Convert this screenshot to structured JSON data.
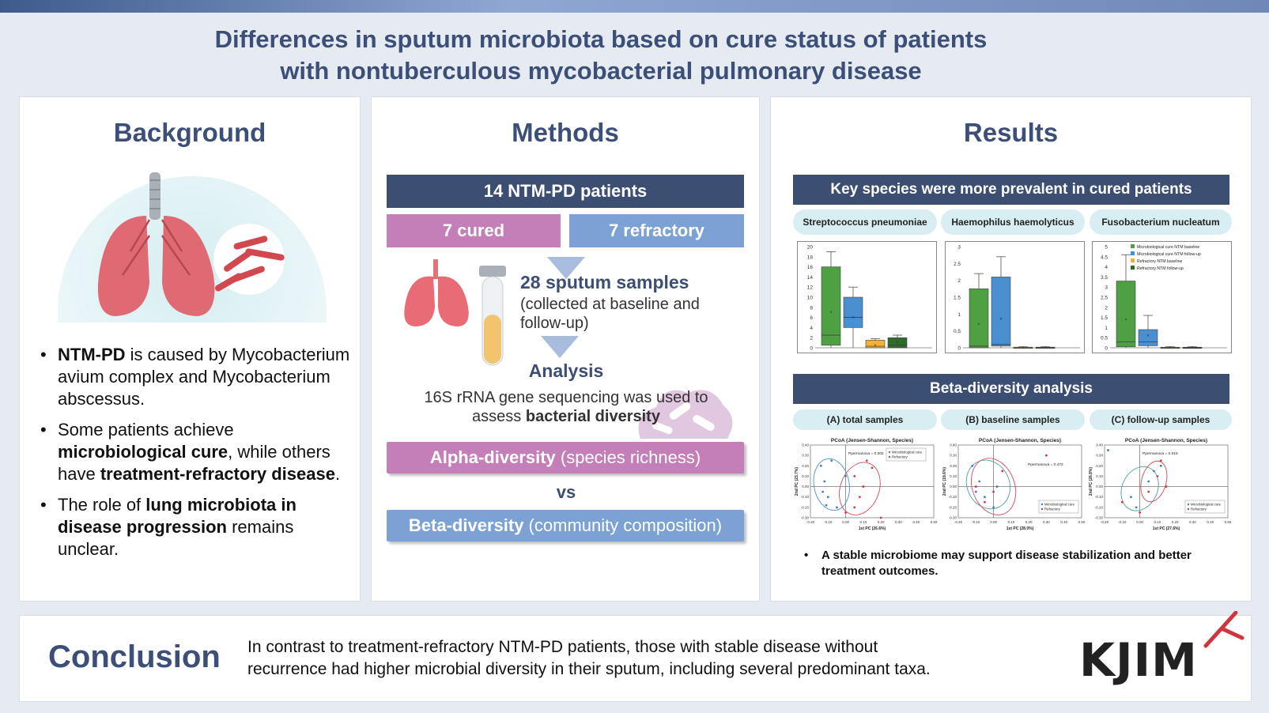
{
  "title": {
    "line1": "Differences in sputum microbiota based on cure status of patients",
    "line2": "with nontuberculous mycobacterial pulmonary disease"
  },
  "background": {
    "heading": "Background",
    "b1_bold": "NTM-PD",
    "b1_text": " is caused by Mycobacterium avium complex and Mycobacterium abscessus.",
    "b2_pre": "Some patients achieve ",
    "b2_bold1": "microbiological cure",
    "b2_mid": ", while others have ",
    "b2_bold2": "treatment-refractory disease",
    "b2_end": ".",
    "b3_pre": "The role of ",
    "b3_bold": "lung microbiota in disease progression",
    "b3_end": " remains unclear."
  },
  "methods": {
    "heading": "Methods",
    "patients": "14 NTM-PD patients",
    "cured": "7 cured",
    "refractory": "7 refractory",
    "samples_title": "28 sputum samples",
    "samples_sub": "(collected at baseline and follow-up)",
    "analysis_title": "Analysis",
    "analysis_text1": "16S rRNA gene sequencing was used to",
    "analysis_text2_pre": "assess ",
    "analysis_text2_bold": "bacterial diversity",
    "alpha_bold": "Alpha-diversity",
    "alpha_rest": " (species richness)",
    "vs": "vs",
    "beta_bold": "Beta-diversity",
    "beta_rest": " (community composition)"
  },
  "results": {
    "heading": "Results",
    "key_header": "Key species were more prevalent in cured patients",
    "species": [
      "Streptococcus pneumoniae",
      "Haemophilus haemolyticus",
      "Fusobacterium nucleatum"
    ],
    "beta_header": "Beta-diversity analysis",
    "beta_tags": [
      "(A) total samples",
      "(B) baseline samples",
      "(C) follow-up samples"
    ],
    "pcoa_title": "PCoA (Jensen-Shannon, Species)",
    "pcoa_xlabels": [
      "1st PC (26.6%)",
      "1st PC (28.0%)",
      "1st PC (27.6%)"
    ],
    "pcoa_ylabels": [
      "2nd PC (23.7%)",
      "2nd PC (19.6%)",
      "2nd PC (26.8%)"
    ],
    "pcoa_pvalues": [
      "Ppermanova = 0.002",
      "Ppermanova = 0.472",
      "Ppermanova = 0.015"
    ],
    "pcoa_legend": [
      "Microbiological cure",
      "Refractory"
    ],
    "note": "A stable microbiome may support disease stabilization and better treatment outcomes."
  },
  "chart_data": [
    {
      "type": "box",
      "title": "Streptococcus pneumoniae",
      "ylim": [
        0,
        20
      ],
      "yticks": [
        0,
        2,
        4,
        6,
        8,
        10,
        12,
        14,
        16,
        18,
        20
      ],
      "series": [
        {
          "name": "Microbiological cure NTM baseline",
          "q1": 0.5,
          "median": 2.5,
          "q3": 16,
          "min": 0,
          "max": 19,
          "mean": 7
        },
        {
          "name": "Microbiological cure NTM follow-up",
          "q1": 4,
          "median": 6,
          "q3": 10,
          "min": 0,
          "max": 12,
          "mean": 6
        },
        {
          "name": "Refractory NTM baseline",
          "q1": 0,
          "median": 0.3,
          "q3": 1.5,
          "min": 0,
          "max": 1.8,
          "mean": 0.5
        },
        {
          "name": "Refractory NTM follow-up",
          "q1": 0,
          "median": 0.5,
          "q3": 2,
          "min": 0,
          "max": 2.5,
          "mean": 1
        }
      ]
    },
    {
      "type": "box",
      "title": "Haemophilus haemolyticus",
      "ylim": [
        0,
        3
      ],
      "yticks": [
        0,
        0.5,
        1,
        1.5,
        2,
        2.5,
        3
      ],
      "series": [
        {
          "name": "Microbiological cure NTM baseline",
          "q1": 0,
          "median": 0.05,
          "q3": 1.75,
          "min": 0,
          "max": 2.2,
          "mean": 0.7
        },
        {
          "name": "Microbiological cure NTM follow-up",
          "q1": 0.05,
          "median": 0.1,
          "q3": 2.1,
          "min": 0,
          "max": 2.7,
          "mean": 0.85
        },
        {
          "name": "Refractory NTM baseline",
          "q1": 0,
          "median": 0,
          "q3": 0.02,
          "min": 0,
          "max": 0.03,
          "mean": 0.01
        },
        {
          "name": "Refractory NTM follow-up",
          "q1": 0,
          "median": 0,
          "q3": 0.02,
          "min": 0,
          "max": 0.03,
          "mean": 0.01
        }
      ]
    },
    {
      "type": "box",
      "title": "Fusobacterium nucleatum",
      "ylim": [
        0,
        5
      ],
      "yticks": [
        0,
        0.5,
        1,
        1.5,
        2,
        2.5,
        3,
        3.5,
        4,
        4.5,
        5
      ],
      "series": [
        {
          "name": "Microbiological cure NTM baseline",
          "q1": 0.05,
          "median": 0.3,
          "q3": 3.3,
          "min": 0,
          "max": 4.6,
          "mean": 1.4
        },
        {
          "name": "Microbiological cure NTM follow-up",
          "q1": 0.1,
          "median": 0.3,
          "q3": 0.9,
          "min": 0,
          "max": 1.6,
          "mean": 0.6
        },
        {
          "name": "Refractory NTM baseline",
          "q1": 0,
          "median": 0,
          "q3": 0.03,
          "min": 0,
          "max": 0.05,
          "mean": 0.01
        },
        {
          "name": "Refractory NTM follow-up",
          "q1": 0,
          "median": 0,
          "q3": 0.03,
          "min": 0,
          "max": 0.05,
          "mean": 0.01
        }
      ],
      "legend": [
        "Microbiological cure NTM baseline",
        "Microbiological cure NTM follow-up",
        "Refractory NTM baseline",
        "Refractory NTM follow-up"
      ]
    }
  ],
  "colors": {
    "green": "#4fa043",
    "blue": "#4a8fd0",
    "orange": "#f2b233",
    "darkgreen": "#2f6b2a",
    "cured_box": "#c47fb8",
    "refractory_box": "#7ca2d5",
    "navy": "#3d4e73"
  },
  "conclusion": {
    "heading": "Conclusion",
    "text1": "In contrast to treatment-refractory NTM-PD patients, those with stable disease without",
    "text2": "recurrence had higher microbial diversity in their sputum, including several predominant taxa.",
    "logo": "KJIM"
  }
}
